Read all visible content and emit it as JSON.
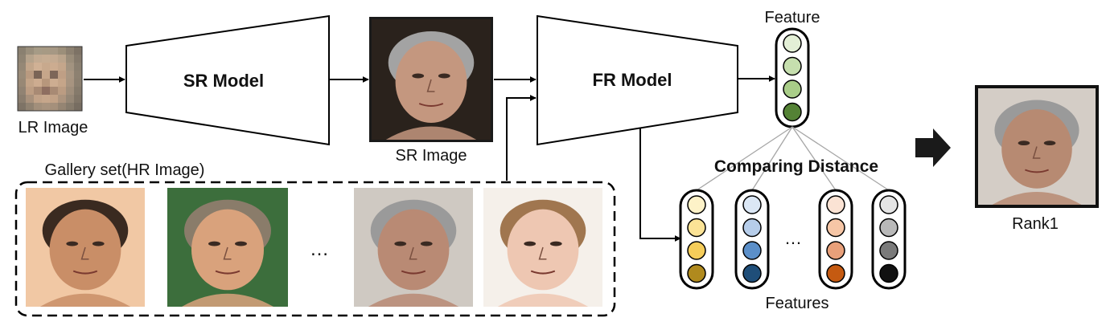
{
  "labels": {
    "lr_image": "LR Image",
    "sr_model": "SR Model",
    "sr_image": "SR Image",
    "fr_model": "FR Model",
    "feature": "Feature",
    "comparing_distance": "Comparing Distance",
    "features": "Features",
    "gallery_set": "Gallery set(HR Image)",
    "rank1": "Rank1",
    "gallery_ellipsis": "…",
    "features_ellipsis": "…"
  },
  "colors": {
    "query_feature": [
      "#e3efd6",
      "#c6dfae",
      "#a9cd88",
      "#548235"
    ],
    "gallery_features": [
      [
        "#fdf2c8",
        "#fbe396",
        "#f5cd5a",
        "#b08a1e"
      ],
      [
        "#dbe7f5",
        "#b6cdea",
        "#5b8fc9",
        "#1f4e79"
      ],
      [
        "#fbe3d4",
        "#f6c6a6",
        "#e8a07a",
        "#c55a11"
      ],
      [
        "#e4e4e4",
        "#b9b9b9",
        "#7a7a7a",
        "#111111"
      ]
    ],
    "lr_face": "#b59a84",
    "sr_face": "#c4977f",
    "gallery_bg": [
      "#f1c8a4",
      "#3c6e3c",
      "#cfc9c2",
      "#f5f0ea"
    ],
    "gallery_skin": [
      "#c98e67",
      "#d9a27c",
      "#b98a74",
      "#eec7b2"
    ],
    "gallery_hair": [
      "#3a2a20",
      "#8a7c6a",
      "#9a9a9a",
      "#a0764f"
    ]
  },
  "icons": {
    "lr_image": "pixelated-face-photo",
    "sr_image": "face-photo",
    "rank1": "face-photo",
    "gallery": [
      "face-photo",
      "face-photo",
      "face-photo",
      "face-photo"
    ],
    "next_step": "arrow-right-icon"
  }
}
